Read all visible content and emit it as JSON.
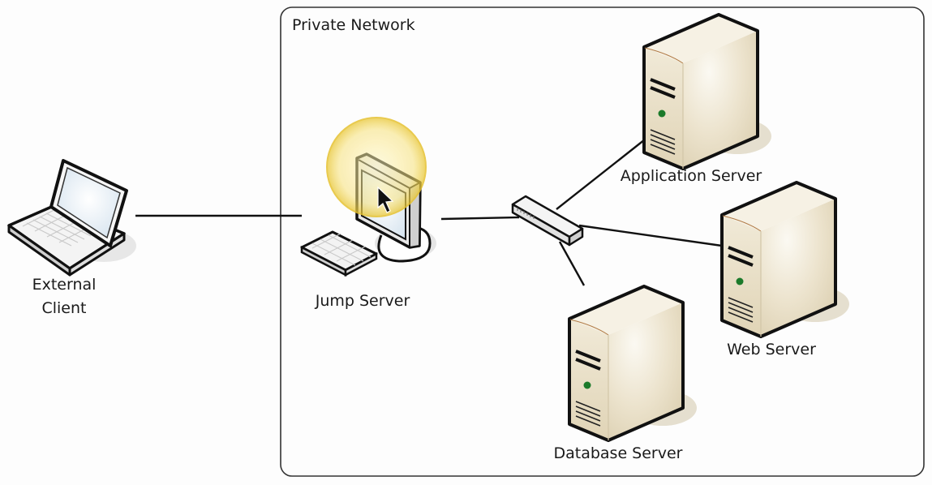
{
  "network": {
    "title": "Private Network"
  },
  "nodes": {
    "external_client": {
      "label_line1": "External",
      "label_line2": "Client",
      "icon": "laptop-icon"
    },
    "jump_server": {
      "label": "Jump Server",
      "icon": "desktop-computer-icon",
      "highlighted": true
    },
    "switch": {
      "icon": "network-switch-icon"
    },
    "application_server": {
      "label": "Application Server",
      "icon": "tower-server-icon"
    },
    "web_server": {
      "label": "Web Server",
      "icon": "tower-server-icon"
    },
    "database_server": {
      "label": "Database Server",
      "icon": "tower-server-icon"
    }
  },
  "connections": [
    {
      "from": "External Client",
      "to": "Jump Server"
    },
    {
      "from": "Jump Server",
      "to": "Switch"
    },
    {
      "from": "Switch",
      "to": "Application Server"
    },
    {
      "from": "Switch",
      "to": "Web Server"
    },
    {
      "from": "Switch",
      "to": "Database Server"
    }
  ],
  "colors": {
    "server_body": "#e6dcc4",
    "server_led": "#1b7a2a",
    "highlight": "#f3d34a",
    "outline": "#111111"
  }
}
